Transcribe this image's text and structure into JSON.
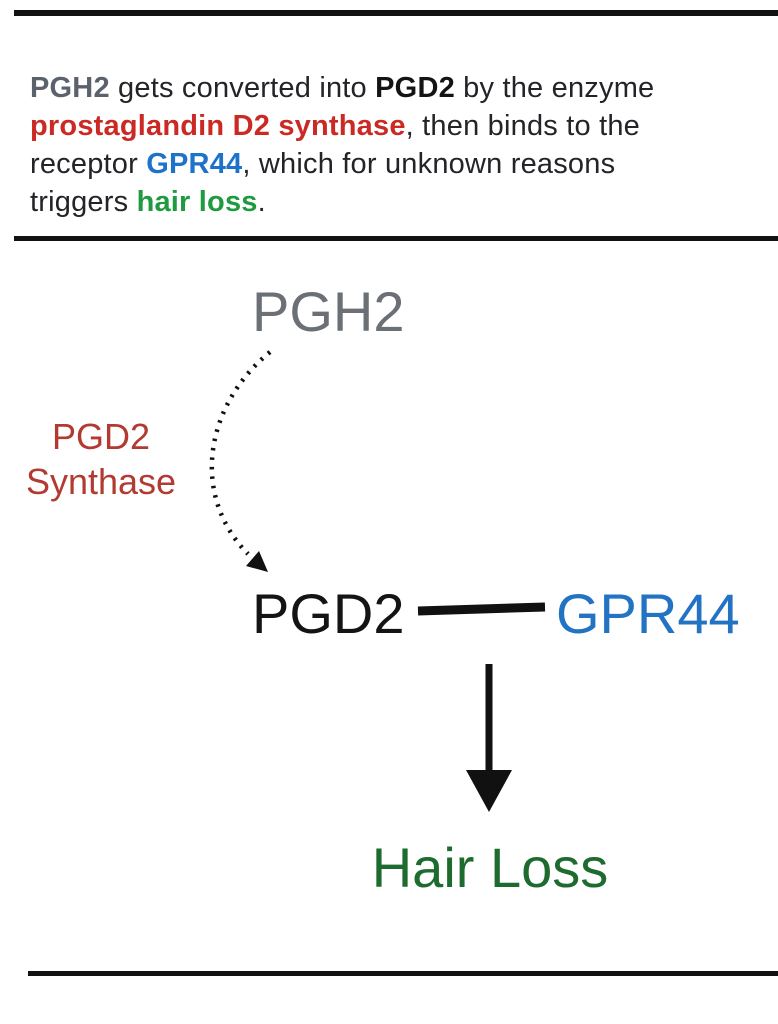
{
  "summary": {
    "segments": [
      {
        "text": "PGH2"
      },
      {
        "text": " gets converted into "
      },
      {
        "text": "PGD2"
      },
      {
        "text": " by the enzyme"
      },
      {
        "text": "prostaglandin D2 synthase"
      },
      {
        "text": ", then binds to the"
      },
      {
        "text": "receptor "
      },
      {
        "text": "GPR44"
      },
      {
        "text": ", which for unknown reasons"
      },
      {
        "text": "triggers "
      },
      {
        "text": "hair loss"
      },
      {
        "text": "."
      }
    ]
  },
  "diagram": {
    "pgh2": "PGH2",
    "synthase_line1": "PGD2",
    "synthase_line2": "Synthase",
    "pgd2": "PGD2",
    "gpr44": "GPR44",
    "hair_loss": "Hair Loss"
  },
  "colors": {
    "body_text": "#232427",
    "pgh2_gray": "#5b626b",
    "pgd2_black": "#141414",
    "enzyme_red": "#cb2a24",
    "receptor_blue": "#1d72c9",
    "hairloss_green": "#1f9a41",
    "diagram_gray": "#6b6f76",
    "diagram_red": "#b23a31",
    "diagram_blue": "#2373c5",
    "diagram_green": "#1d6b2f",
    "rule_black": "#121212",
    "arrow_black": "#111111"
  }
}
